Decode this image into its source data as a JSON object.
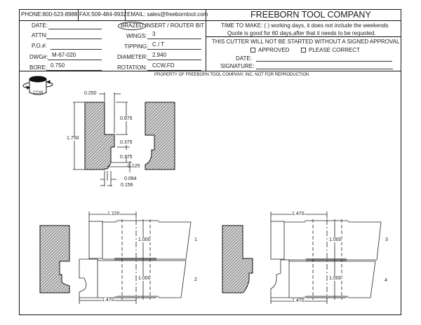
{
  "header": {
    "phone": "PHONE:800-523-8988",
    "fax": "FAX:509-484-9932",
    "email": "EMAIL: sales@freeborntool.com",
    "company": "FREEBORN TOOL COMPANY"
  },
  "order_fields": {
    "date_label": "DATE:",
    "date_value": "",
    "attn_label": "ATTN:",
    "attn_value": "",
    "po_label": "P.O.#:",
    "po_value": "",
    "dwg_label": "DWG#:",
    "dwg_value": "M-67-020",
    "bore_label": "BORE:",
    "bore_value": "0.750"
  },
  "tool_fields": {
    "type_brazed": "BRAZED",
    "type_rest": "INSERT /  ROUTER BIT",
    "type_selected": "BRAZED",
    "wings_label": "WINGS:",
    "wings_value": "3",
    "tipping_label": "TIPPING:",
    "tipping_value": "C / T",
    "diameter_label": "DIAMETER:",
    "diameter_value": "2.940",
    "rotation_label": "ROTATION:",
    "rotation_value": "CCW,FD"
  },
  "terms": {
    "time_to_make": "TIME TO MAKE: (      ) working days, it does not include the weekends",
    "quote_valid": "Quote is good for 60 days,after that it needs to be requoted.",
    "approval_notice": "THIS CUTTER WILL NOT BE STARTED WITHOUT A SIGNED APPROVAL",
    "approved_label": "APPROVED",
    "approved_checked": false,
    "correct_label": "PLEASE CORRECT",
    "correct_checked": false,
    "date_label": "DATE:",
    "signature_label": "SIGNATURE:"
  },
  "drawing": {
    "property_notice": "PROPERTY OF FREEBORN TOOL COMPANY, INC.   NOT FOR REPRODUCTION",
    "rotation_icon_label": "CCW",
    "profile_dims": {
      "width_top": "0.250",
      "overall_height": "1.750",
      "step1": "0.875",
      "step2": "0.375",
      "step3": "0.375",
      "step4": "0.125",
      "offset1": "0.094",
      "offset2": "0.156"
    },
    "knife_set_a": {
      "top_dim": "1.220",
      "bottom_dim": "1.470",
      "knife1_height": "1.000",
      "knife2_height": "1.000",
      "knife1_number": "1",
      "knife2_number": "2"
    },
    "knife_set_b": {
      "top_dim": "1.470",
      "bottom_dim": "1.470",
      "knife3_height": "1.000",
      "knife4_height": "1.000",
      "knife3_number": "3",
      "knife4_number": "4"
    }
  },
  "colors": {
    "line": "#111111",
    "hatch": "#555555",
    "paper": "#ffffff"
  }
}
